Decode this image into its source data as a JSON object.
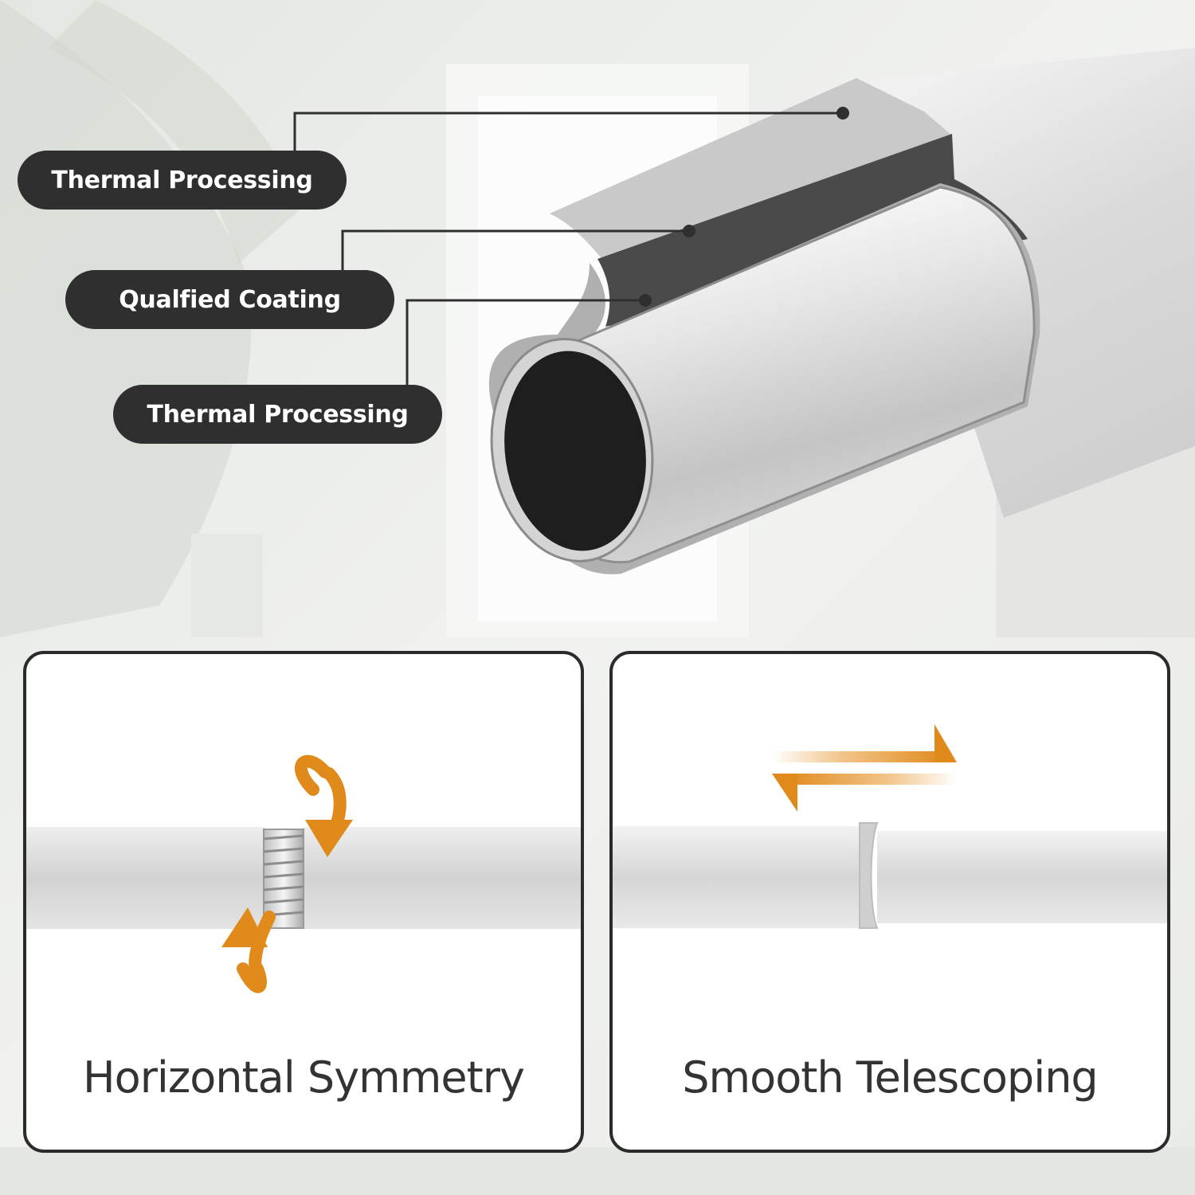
{
  "callouts": [
    {
      "text": "Thermal Processing"
    },
    {
      "text": "Qualfied Coating"
    },
    {
      "text": "Thermal Processing"
    }
  ],
  "features": [
    {
      "caption": "Horizontal Symmetry"
    },
    {
      "caption": "Smooth Telescoping"
    }
  ],
  "colors": {
    "label_bg": "#2f2f2f",
    "arrow_accent": "#e08a1c",
    "rod_silver": "#d9d9d9"
  },
  "icons": [
    "rotate-arrows-icon",
    "telescope-arrows-icon"
  ]
}
